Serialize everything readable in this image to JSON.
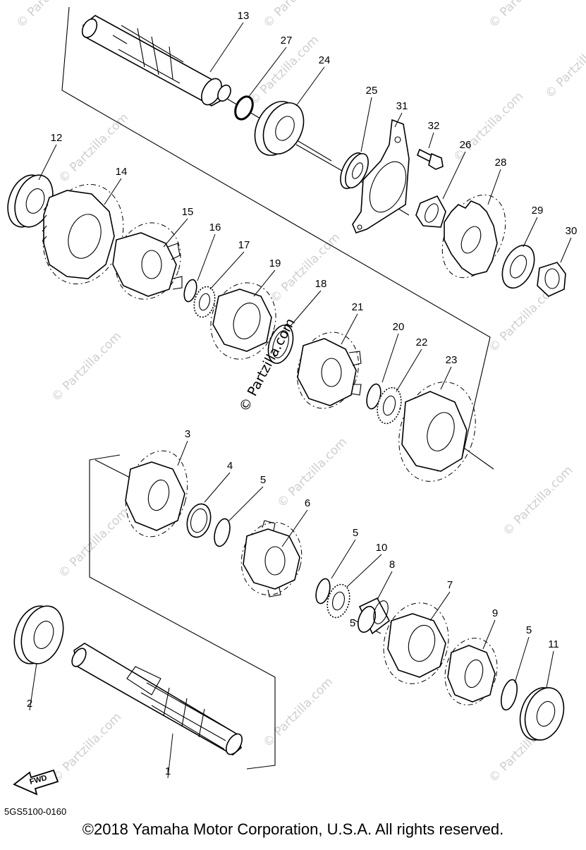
{
  "diagram": {
    "code": "5GS5100-0160",
    "copyright": "©2018  Yamaha Motor Corporation, U.S.A. All rights reserved.",
    "fwd_label": "FWD",
    "center_watermark": "© Partzilla.com",
    "watermark": "© Partzilla.com",
    "callouts": [
      "1",
      "2",
      "3",
      "4",
      "5",
      "5",
      "5",
      "5",
      "6",
      "7",
      "8",
      "9",
      "10",
      "11",
      "12",
      "13",
      "14",
      "15",
      "16",
      "17",
      "18",
      "19",
      "20",
      "21",
      "22",
      "23",
      "24",
      "25",
      "26",
      "27",
      "28",
      "29",
      "30",
      "31",
      "32"
    ]
  }
}
